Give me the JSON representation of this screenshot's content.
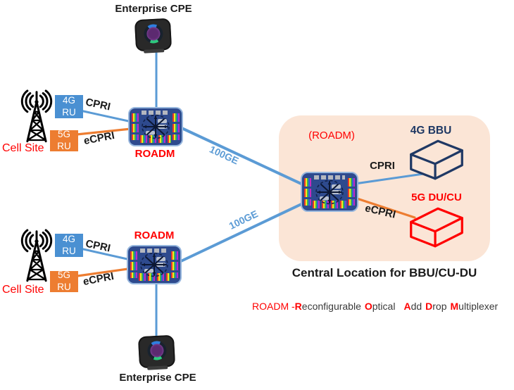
{
  "colors": {
    "link_blue": "#5b9bd5",
    "link_orange": "#ed7d31",
    "ru_4g_fill": "#4a90d2",
    "ru_5g_fill": "#ed7d31",
    "central_zone_bg": "#fbe5d6",
    "navy": "#1f3864",
    "red": "#ff0000",
    "legend_text": "#3a3a3a"
  },
  "icons": {
    "cell_tower": "lattice-tower-with-radio-waves",
    "roadm_device": "rainbow-striped-optical-switch-module",
    "enterprise_cpe": "black-mobile-router-round-screen",
    "bbu_box": "3d-wireframe-box-navy",
    "du_cu_box": "3d-wireframe-box-red"
  },
  "top": {
    "cpe_label": "Enterprise CPE",
    "cell_site": "Cell Site",
    "ru4g": {
      "l1": "4G",
      "l2": "RU"
    },
    "ru5g": {
      "l1": "5G",
      "l2": "RU"
    },
    "cpri": "CPRI",
    "ecpri": "eCPRI",
    "roadm": "ROADM",
    "ge": "100GE"
  },
  "bottom": {
    "cpe_label": "Enterprise CPE",
    "cell_site": "Cell Site",
    "ru4g": {
      "l1": "4G",
      "l2": "RU"
    },
    "ru5g": {
      "l1": "5G",
      "l2": "RU"
    },
    "cpri": "CPRI",
    "ecpri": "eCPRI",
    "roadm": "ROADM",
    "ge": "100GE"
  },
  "central": {
    "roadm": "(ROADM)",
    "bbu_label": "4G BBU",
    "ducu_label": "5G DU/CU",
    "cpri": "CPRI",
    "ecpri": "eCPRI",
    "caption": "Central Location for BBU/CU-DU"
  },
  "legend": {
    "prefix": "ROADM -",
    "words": [
      {
        "initial": "R",
        "rest": "econfigurable"
      },
      {
        "initial": "O",
        "rest": "ptical"
      },
      {
        "initial": "A",
        "rest": "dd"
      },
      {
        "initial": "D",
        "rest": "rop"
      },
      {
        "initial": "M",
        "rest": "ultiplexer"
      }
    ]
  }
}
